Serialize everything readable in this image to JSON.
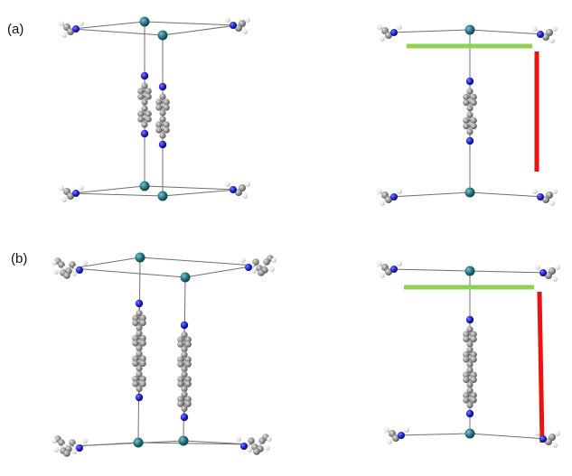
{
  "panels": [
    {
      "label": "(a)",
      "linker_rings": 2
    },
    {
      "label": "(b)",
      "linker_rings": 4
    }
  ],
  "colors": {
    "background": "#ffffff",
    "metal_atom": "#1f6b77",
    "nitrogen_atom": "#1c1cc0",
    "carbon_atom": "#8c8c8c",
    "hydrogen_atom": "#e8e8e8",
    "bond": "#6f6f6f",
    "highlight_horizontal": "#92d050",
    "highlight_vertical": "#ee1111"
  }
}
